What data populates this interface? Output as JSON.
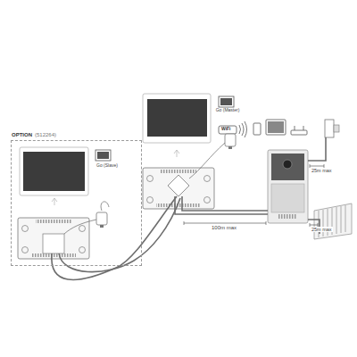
{
  "diagram": {
    "nodes": [
      {
        "text": [
          "OPTION",
          "(512264)"
        ]
      },
      {
        "text": [
          "Go (Slave)"
        ],
        "in": 0
      },
      {
        "text": [
          "Go (Master)"
        ]
      }
    ],
    "labels": [
      "WiFi",
      "100m max",
      "25m max",
      "25m max"
    ]
  }
}
